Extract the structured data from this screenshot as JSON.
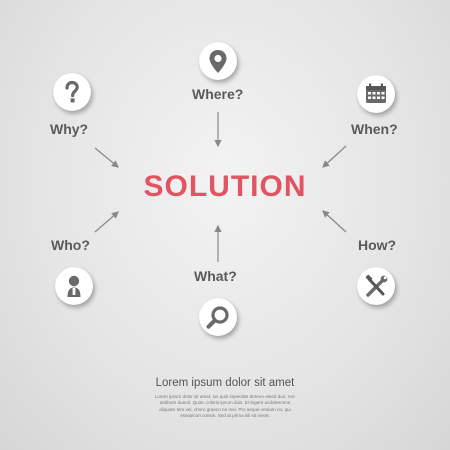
{
  "colors": {
    "accent": "#e05561",
    "label": "#5a5a5a",
    "arrow": "#888888"
  },
  "center": {
    "title": "SOLUTION"
  },
  "nodes": {
    "where": {
      "label": "Where?",
      "icon": "location-pin-icon"
    },
    "why": {
      "label": "Why?",
      "icon": "question-mark-icon"
    },
    "when": {
      "label": "When?",
      "icon": "calendar-icon"
    },
    "who": {
      "label": "Who?",
      "icon": "person-icon"
    },
    "what": {
      "label": "What?",
      "icon": "magnifier-icon"
    },
    "how": {
      "label": "How?",
      "icon": "tools-icon"
    }
  },
  "footer": {
    "title": "Lorem ipsum dolor sit amet",
    "body": "Lorem ipsum dolor sit amet, ius quis imperdiet detrem etsed duo, nec antibum dueuit. Quinc coloris ipsum duis. Et legere acdolescens aliquam tem vel, choro graeco ne mei. Pro aeque veniam no, qui essepicuri consis. Sed at prima sili sit nexet."
  }
}
